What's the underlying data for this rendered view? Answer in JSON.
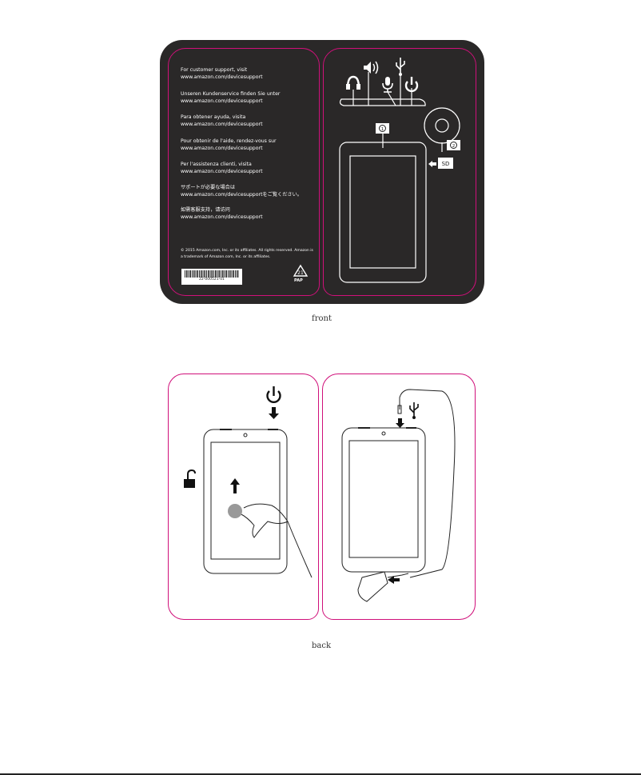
{
  "front": {
    "support": [
      {
        "line1": "For customer support, visit",
        "line2": "www.amazon.com/devicesupport"
      },
      {
        "line1": "Unseren Kundenservice finden Sie unter",
        "line2": "www.amazon.com/devicesupport"
      },
      {
        "line1": "Para obtener ayuda, visita",
        "line2": "www.amazon.com/devicesupport"
      },
      {
        "line1": "Pour obtenir de l'aide, rendez-vous sur",
        "line2": "www.amazon.com/devicesupport"
      },
      {
        "line1": "Per l'assistenza clienti, visita",
        "line2": "www.amazon.com/devicesupport"
      },
      {
        "line1": "サポートが必要な場合は",
        "line2": "www.amazon.com/devicesupportをご覧ください。"
      },
      {
        "line1": "如需客服支持，请访问",
        "line2": "www.amazon.com/devicesupport"
      }
    ],
    "copyright": "© 2015 Amazon.com, Inc. or its affiliates. All rights reserved. Amazon is a trademark of Amazon.com, Inc. or its affiliates.",
    "barcode_number": "22-000521-01",
    "recycle_number": "21",
    "recycle_label": "PAP",
    "camera_1": "1",
    "camera_2": "2",
    "sd_label": "SD",
    "caption": "front"
  },
  "back": {
    "caption": "back"
  },
  "colors": {
    "accent": "#d0107a",
    "card": "#2a2828"
  }
}
